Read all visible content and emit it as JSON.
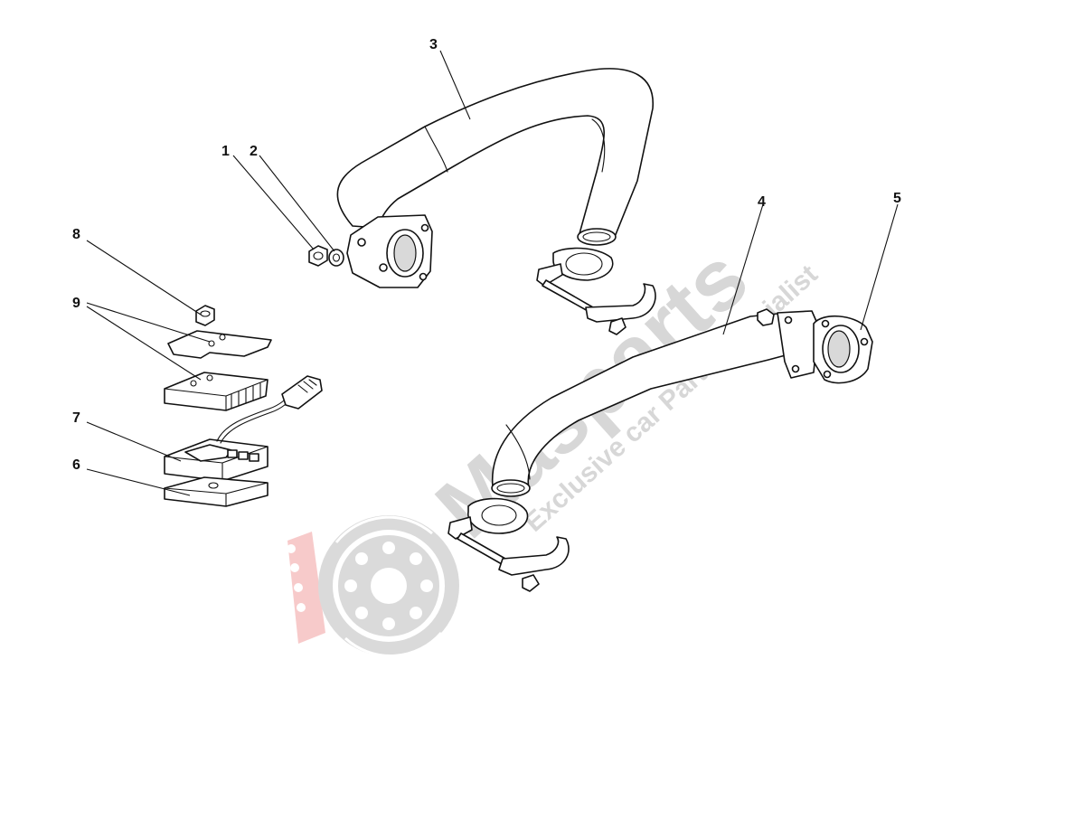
{
  "watermark": {
    "brand": "Masparts",
    "tagline": "Exclusive car Parts Specialist",
    "brand_color": "#c9c9c9",
    "accent_color": "#f2b8b8"
  },
  "callouts": [
    {
      "id": "1",
      "label": "1"
    },
    {
      "id": "2",
      "label": "2"
    },
    {
      "id": "3",
      "label": "3"
    },
    {
      "id": "4",
      "label": "4"
    },
    {
      "id": "5",
      "label": "5"
    },
    {
      "id": "6",
      "label": "6"
    },
    {
      "id": "7",
      "label": "7"
    },
    {
      "id": "8",
      "label": "8"
    },
    {
      "id": "9",
      "label": "9"
    }
  ]
}
